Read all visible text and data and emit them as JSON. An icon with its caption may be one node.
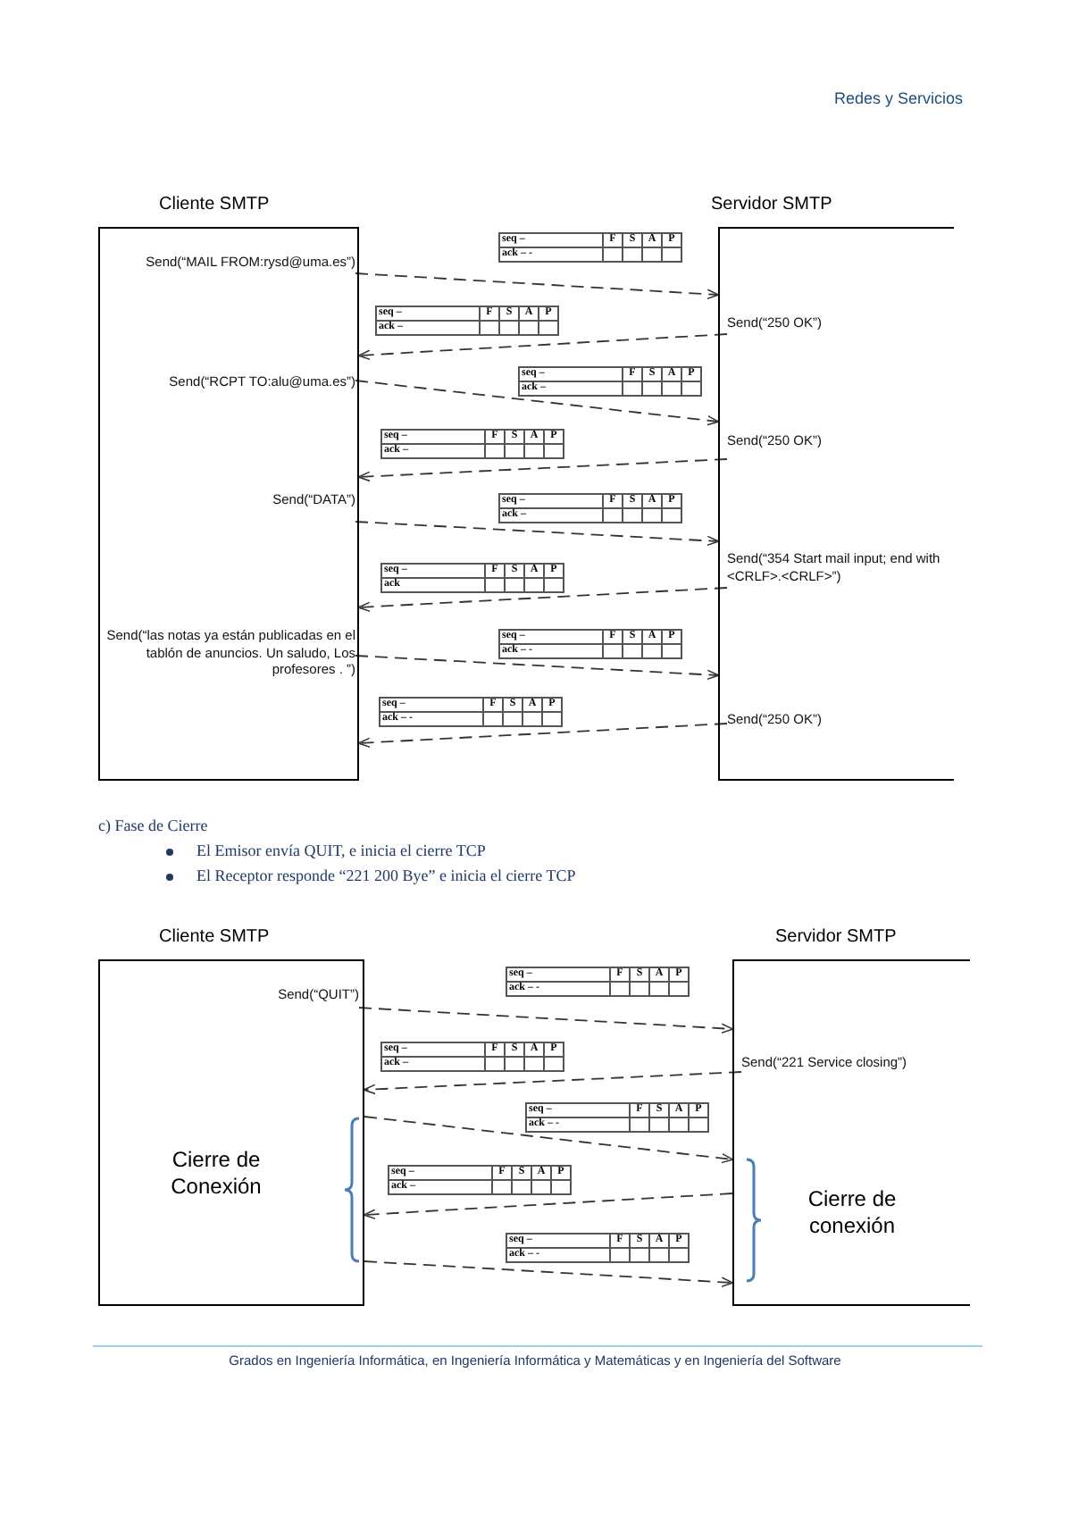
{
  "diagram": {
    "nodes": [
      {
        "text": [
          "Cliente SMTP"
        ]
      },
      {
        "text": [
          "Send(“MAIL FROM:rysd@uma.es”)"
        ],
        "in": 0
      },
      {
        "text": [
          "Send(“RCPT TO:alu@uma.es”)"
        ],
        "in": 0
      },
      {
        "text": [
          "Send(“DATA”)"
        ],
        "in": 0
      },
      {
        "text": [
          "Send(“las notas ya están publicadas en el tablón de anuncios. Un saludo, Los profesores . ”)"
        ],
        "in": 0
      },
      {
        "text": [
          "Servidor SMTP"
        ]
      },
      {
        "text": [
          "Send(“250 OK”)"
        ],
        "in": 5
      },
      {
        "text": [
          "Send(“250 OK”)"
        ],
        "in": 5
      },
      {
        "text": [
          "Send(“354 Start mail input; end with <CRLF>.<CRLF>”)"
        ],
        "in": 5
      },
      {
        "text": [
          "Send(“250 OK”)"
        ],
        "in": 5
      },
      {
        "text": [
          "Cliente SMTP"
        ]
      },
      {
        "text": [
          "Send(“QUIT”)"
        ],
        "in": 10
      },
      {
        "text": [
          "Cierre de Conexión"
        ],
        "in": 10
      },
      {
        "text": [
          "Servidor SMTP"
        ]
      },
      {
        "text": [
          "Send(“221 Service closing”)"
        ],
        "in": 13
      },
      {
        "text": [
          "Cierre de conexión"
        ],
        "in": 13
      }
    ],
    "edges": [
      {
        "from": 1,
        "to": 5,
        "arrow": "to",
        "style": "dashed"
      },
      {
        "from": 6,
        "to": 0,
        "arrow": "to",
        "style": "dashed"
      },
      {
        "from": 2,
        "to": 5,
        "arrow": "to",
        "style": "dashed"
      },
      {
        "from": 7,
        "to": 0,
        "arrow": "to",
        "style": "dashed"
      },
      {
        "from": 3,
        "to": 5,
        "arrow": "to",
        "style": "dashed"
      },
      {
        "from": 8,
        "to": 0,
        "arrow": "to",
        "style": "dashed"
      },
      {
        "from": 4,
        "to": 5,
        "arrow": "to",
        "style": "dashed"
      },
      {
        "from": 9,
        "to": 0,
        "arrow": "to",
        "style": "dashed"
      },
      {
        "from": 11,
        "to": 13,
        "arrow": "to",
        "style": "dashed"
      },
      {
        "from": 14,
        "to": 10,
        "arrow": "to",
        "style": "dashed"
      },
      {
        "from": 10,
        "to": 13,
        "arrow": "to",
        "style": "dashed"
      },
      {
        "from": 13,
        "to": 10,
        "arrow": "to",
        "style": "dashed"
      },
      {
        "from": 10,
        "to": 13,
        "arrow": "to",
        "style": "dashed"
      }
    ],
    "labels": [
      "Redes y Servicios",
      "seq –",
      "F",
      "S",
      "A",
      "P",
      "ack – -",
      "seq –",
      "F",
      "S",
      "A",
      "P",
      "ack –",
      "seq –",
      "F",
      "S",
      "A",
      "P",
      "ack –",
      "seq –",
      "F",
      "S",
      "A",
      "P",
      "ack –",
      "seq –",
      "F",
      "S",
      "A",
      "P",
      "ack –",
      "seq –",
      "F",
      "S",
      "A",
      "P",
      "ack",
      "seq –",
      "F",
      "S",
      "A",
      "P",
      "ack – -",
      "seq –",
      "F",
      "S",
      "A",
      "P",
      "ack – -",
      "c) Fase de Cierre",
      "El Emisor envía QUIT, e inicia el cierre TCP",
      "El Receptor responde “221 200 Bye” e inicia el cierre TCP",
      "seq –",
      "F",
      "S",
      "A",
      "P",
      "ack – -",
      "seq –",
      "F",
      "S",
      "A",
      "P",
      "ack –",
      "seq –",
      "F",
      "S",
      "A",
      "P",
      "ack – -",
      "seq –",
      "F",
      "S",
      "A",
      "P",
      "ack –",
      "seq –",
      "F",
      "S",
      "A",
      "P",
      "ack – -",
      "Grados en Ingeniería Informática, en Ingeniería Informática y Matemáticas y en Ingeniería del Software"
    ]
  }
}
